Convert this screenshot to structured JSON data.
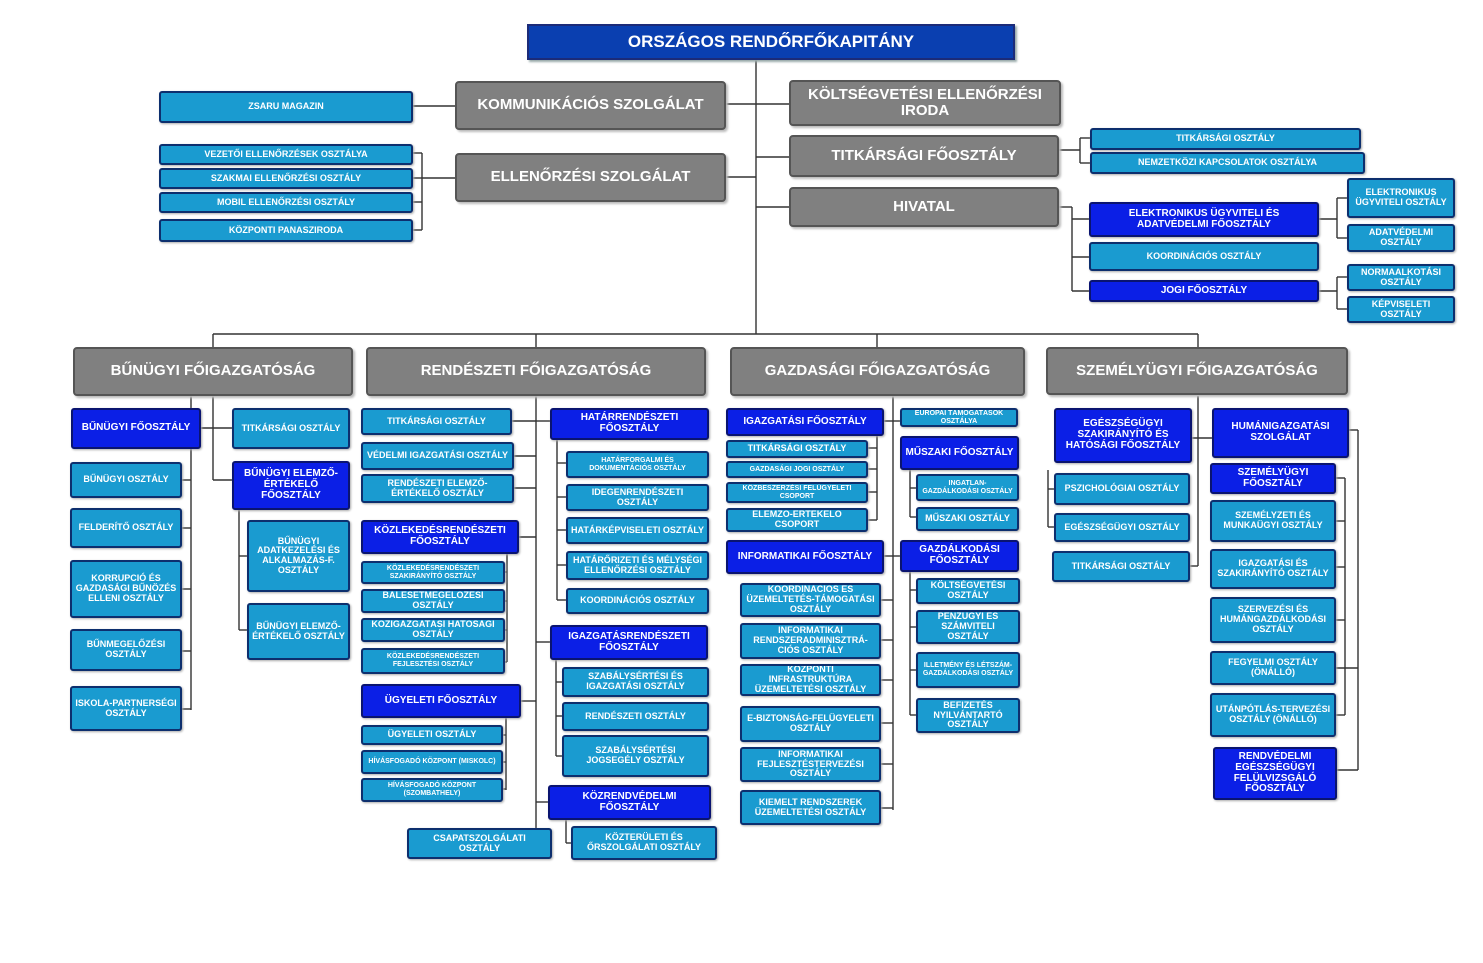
{
  "colors": {
    "blue": "#0b1fe6",
    "cyan": "#1a9bd0",
    "grey": "#7f7f7f",
    "top": "#0a3fb0",
    "line": "#333333"
  },
  "top": "ORSZÁGOS RENDŐRFŐKAPITÁNY",
  "left_top": {
    "kommunikacio": "KOMMUNIKÁCIÓS SZOLGÁLAT",
    "zsaru": "ZSARU MAGAZIN",
    "ellenorzesi": "ELLENŐRZÉSI SZOLGÁLAT",
    "ell_items": [
      "VEZETŐI ELLENŐRZÉSEK OSZTÁLYA",
      "SZAKMAI ELLENŐRZÉSI OSZTÁLY",
      "MOBIL ELLENŐRZÉSI OSZTÁLY",
      "KÖZPONTI PANASZIRODA"
    ]
  },
  "right_top": {
    "koltseg": "KÖLTSÉGVETÉSI ELLENŐRZÉSI IRODA",
    "titkarsagi": "TITKÁRSÁGI FŐOSZTÁLY",
    "titk_items": [
      "TITKÁRSÁGI OSZTÁLY",
      "NEMZETKÖZI KAPCSOLATOK OSZTÁLYA"
    ],
    "hivatal": "HIVATAL",
    "elektronikus_fo": "ELEKTRONIKUS ÜGYVITELI ÉS ADATVÉDELMI FŐOSZTÁLY",
    "elektronikus_oszt": "ELEKTRONIKUS ÜGYVITELI OSZTÁLY",
    "adatvedelmi": "ADATVÉDELMI OSZTÁLY",
    "koordinacios": "KOORDINÁCIÓS OSZTÁLY",
    "jogi": "JOGI FŐOSZTÁLY",
    "normaalkotasi": "NORMAALKOTÁSI OSZTÁLY",
    "kepviseleti": "KÉPVISELETI OSZTÁLY"
  },
  "directorates": {
    "bunugyi": "BŰNÜGYI FŐIGAZGATÓSÁG",
    "rendeszeti": "RENDÉSZETI FŐIGAZGATÓSÁG",
    "gazdasagi": "GAZDASÁGI FŐIGAZGATÓSÁG",
    "szemelyugyi": "SZEMÉLYÜGYI FŐIGAZGATÓSÁG"
  },
  "bun": {
    "fo": "BŰNÜGYI FŐOSZTÁLY",
    "fo_items": [
      "BŰNÜGYI OSZTÁLY",
      "FELDERÍTŐ OSZTÁLY",
      "KORRUPCIÓ ÉS GAZDASÁGI BŰNÖZÉS ELLENI OSZTÁLY",
      "BŰNMEGELŐZÉSI OSZTÁLY",
      "ISKOLA-PARTNERSÉGI OSZTÁLY"
    ],
    "titk": "TITKÁRSÁGI OSZTÁLY",
    "elemzo_fo": "BŰNÜGYI ELEMZŐ-ÉRTÉKELŐ FŐOSZTÁLY",
    "elemzo_items": [
      "BŰNÜGYI ADATKEZELÉSI ÉS ALKALMAZÁS-F. OSZTÁLY",
      "BŰNÜGYI ELEMZŐ-ÉRTÉKELŐ OSZTÁLY"
    ]
  },
  "ren": {
    "titk": "TITKÁRSÁGI OSZTÁLY",
    "vedelmi": "VÉDELMI IGAZGATÁSI OSZTÁLY",
    "elemzo": "RENDÉSZETI ELEMZŐ-ÉRTÉKELŐ OSZTÁLY",
    "kozl_fo": "KÖZLEKEDÉSRENDÉSZETI FŐOSZTÁLY",
    "kozl_items": [
      "KÖZLEKEDÉSRENDÉSZETI SZAKIRÁNYÍTÓ OSZTÁLY",
      "BALESETMEGELŐZÉSI OSZTÁLY",
      "KÖZIGAZGATÁSI HATÓSÁGI OSZTÁLY",
      "KÖZLEKEDÉSRENDÉSZETI FEJLESZTÉSI OSZTÁLY"
    ],
    "ugy_fo": "ÜGYELETI FŐOSZTÁLY",
    "ugy_items": [
      "ÜGYELETI OSZTÁLY",
      "HÍVÁSFOGADÓ KÖZPONT (MISKOLC)",
      "HÍVÁSFOGADÓ KÖZPONT (SZOMBATHELY)"
    ],
    "csapat": "CSAPATSZOLGÁLATI OSZTÁLY",
    "hat_fo": "HATÁRRENDÉSZETI FŐOSZTÁLY",
    "hat_items": [
      "HATÁRFORGALMI ÉS DOKUMENTÁCIÓS OSZTÁLY",
      "IDEGENRENDÉSZETI OSZTÁLY",
      "HATÁRKÉPVISELETI OSZTÁLY",
      "HATÁRŐRIZETI ÉS MÉLYSÉGI ELLENŐRZÉSI OSZTÁLY",
      "KOORDINÁCIÓS OSZTÁLY"
    ],
    "igaz_fo": "IGAZGATÁSRENDÉSZETI FŐOSZTÁLY",
    "igaz_items": [
      "SZABÁLYSÉRTÉSI ÉS IGAZGATÁSI OSZTÁLY",
      "RENDÉSZETI OSZTÁLY",
      "SZABÁLYSÉRTÉSI JOGSEGÉLY OSZTÁLY"
    ],
    "koz_fo": "KÖZRENDVÉDELMI FŐOSZTÁLY",
    "koz_items": [
      "KÖZTERÜLETI ÉS ŐRSZOLGÁLATI OSZTÁLY"
    ]
  },
  "gaz": {
    "ig_fo": "IGAZGATÁSI FŐOSZTÁLY",
    "ig_items": [
      "TITKÁRSÁGI OSZTÁLY",
      "GAZDASÁGI JOGI OSZTÁLY",
      "KÖZBESZERZÉSI FELÜGYELETI CSOPORT",
      "ELEMZŐ-ÉRTÉKELŐ CSOPORT"
    ],
    "europai": "EURÓPAI TÁMOGATÁSOK OSZTÁLYA",
    "mus_fo": "MŰSZAKI FŐOSZTÁLY",
    "mus_items": [
      "INGATLAN-GAZDÁLKODÁSI OSZTÁLY",
      "MŰSZAKI OSZTÁLY"
    ],
    "inf_fo": "INFORMATIKAI FŐOSZTÁLY",
    "inf_items": [
      "KOORDINÁCIÓS ÉS ÜZEMELTETÉS-TÁMOGATÁSI OSZTÁLY",
      "INFORMATIKAI RENDSZERADMINISZTRÁ-CIÓS OSZTÁLY",
      "KÖZPONTI INFRASTRUKTÚRA ÜZEMELTETÉSI OSZTÁLY",
      "E-BIZTONSÁG-FELÜGYELETI OSZTÁLY",
      "INFORMATIKAI FEJLESZTÉSTERVEZÉSI OSZTÁLY",
      "KIEMELT RENDSZEREK ÜZEMELTETÉSI OSZTÁLY"
    ],
    "gazd_fo": "GAZDÁLKODÁSI FŐOSZTÁLY",
    "gazd_items": [
      "KÖLTSÉGVETÉSI OSZTÁLY",
      "PÉNZÜGYI ÉS SZÁMVITELI OSZTÁLY",
      "ILLETMÉNY ÉS LÉTSZÁM-GAZDÁLKODÁSI OSZTÁLY",
      "BEFIZETÉS NYILVÁNTARTÓ OSZTÁLY"
    ]
  },
  "sze": {
    "eg_fo": "EGÉSZSÉGÜGYI SZAKIRÁNYÍTÓ ÉS HATÓSÁGI FŐOSZTÁLY",
    "eg_items": [
      "PSZICHOLÓGIAI OSZTÁLY",
      "EGÉSZSÉGÜGYI OSZTÁLY"
    ],
    "titk": "TITKÁRSÁGI OSZTÁLY",
    "hum": "HUMÁNIGAZGATÁSI SZOLGÁLAT",
    "szem_fo": "SZEMÉLYÜGYI FŐOSZTÁLY",
    "hum_items": [
      "SZEMÉLYZETI ÉS MUNKAÜGYI OSZTÁLY",
      "IGAZGATÁSI ÉS SZAKIRÁNYÍTÓ OSZTÁLY",
      "SZERVEZÉSI ÉS HUMÁNGAZDÁLKODÁSI OSZTÁLY",
      "FEGYELMI OSZTÁLY (ÖNÁLLÓ)",
      "UTÁNPÓTLÁS-TERVEZÉSI OSZTÁLY (ÖNÁLLÓ)"
    ],
    "rend_eg": "RENDVÉDELMI EGÉSZSÉGÜGYI FELÜLVIZSGÁLÓ FŐOSZTÁLY"
  }
}
